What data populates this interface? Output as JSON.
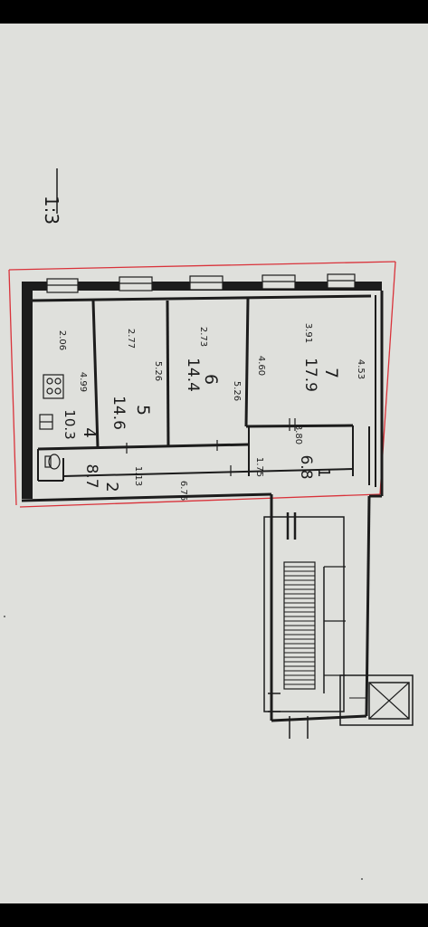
{
  "scale": {
    "value": "1:3"
  },
  "rooms": [
    {
      "number": "1",
      "area": "6.8",
      "width": "1.75",
      "length": "3.80"
    },
    {
      "number": "2",
      "area": "8.7",
      "width": "1.13",
      "length": "6.76"
    },
    {
      "number": "4",
      "area": "10.3",
      "width": "2.06",
      "length": "4.99"
    },
    {
      "number": "5",
      "area": "14.6",
      "width": "2.77",
      "length": "5.26"
    },
    {
      "number": "6",
      "area": "14.4",
      "width": "2.73",
      "length": "5.26"
    },
    {
      "number": "7",
      "area": "17.9",
      "width": "3.91",
      "length": "4.60"
    }
  ],
  "extra_dims": {
    "room7_side": "4.53"
  },
  "colors": {
    "paper": "#dfe0dc",
    "ink": "#1c1c1c",
    "boundary": "#d9323a"
  }
}
